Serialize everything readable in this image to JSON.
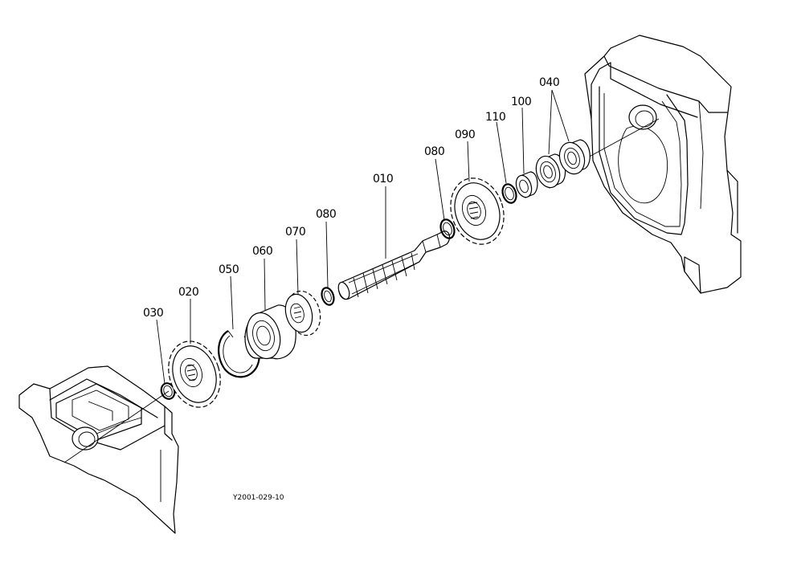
{
  "callouts": [
    {
      "id": "010",
      "label": "010"
    },
    {
      "id": "020",
      "label": "020"
    },
    {
      "id": "030",
      "label": "030"
    },
    {
      "id": "040",
      "label": "040"
    },
    {
      "id": "050",
      "label": "050"
    },
    {
      "id": "060",
      "label": "060"
    },
    {
      "id": "070",
      "label": "070"
    },
    {
      "id": "080a",
      "label": "080"
    },
    {
      "id": "080b",
      "label": "080"
    },
    {
      "id": "090",
      "label": "090"
    },
    {
      "id": "100",
      "label": "100"
    },
    {
      "id": "110",
      "label": "110"
    }
  ],
  "figure_code": "Y2001-029-10"
}
